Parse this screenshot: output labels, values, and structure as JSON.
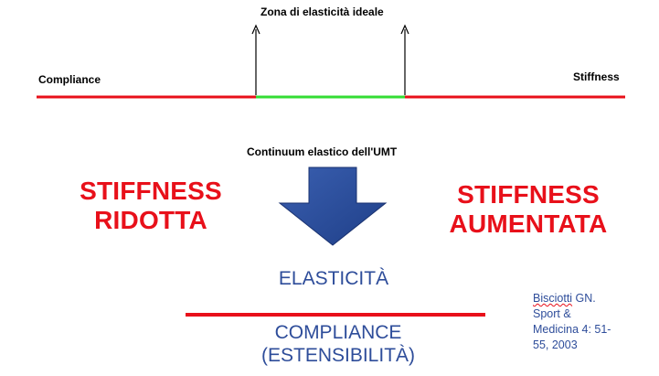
{
  "top_label": "Zona di elasticità ideale",
  "left_label": "Compliance",
  "right_label": "Stiffness",
  "continuum_label": "Continuum elastico dell'UMT",
  "left_heading": [
    "STIFFNESS",
    "RIDOTTA"
  ],
  "right_heading": [
    "STIFFNESS",
    "AUMENTATA"
  ],
  "center_top": "ELASTICITÀ",
  "center_bottom": [
    "COMPLIANCE",
    "(ESTENSIBILITÀ)"
  ],
  "citation": {
    "author": "Bisciotti",
    "rest_first_line": " GN.",
    "lines": [
      "Sport &",
      "Medicina 4: 51-",
      "55, 2003"
    ]
  },
  "colors": {
    "red": "#e8101a",
    "green": "#33dd33",
    "blue": "#2e4d9a",
    "arrow_fill": "#2b4e9c"
  }
}
